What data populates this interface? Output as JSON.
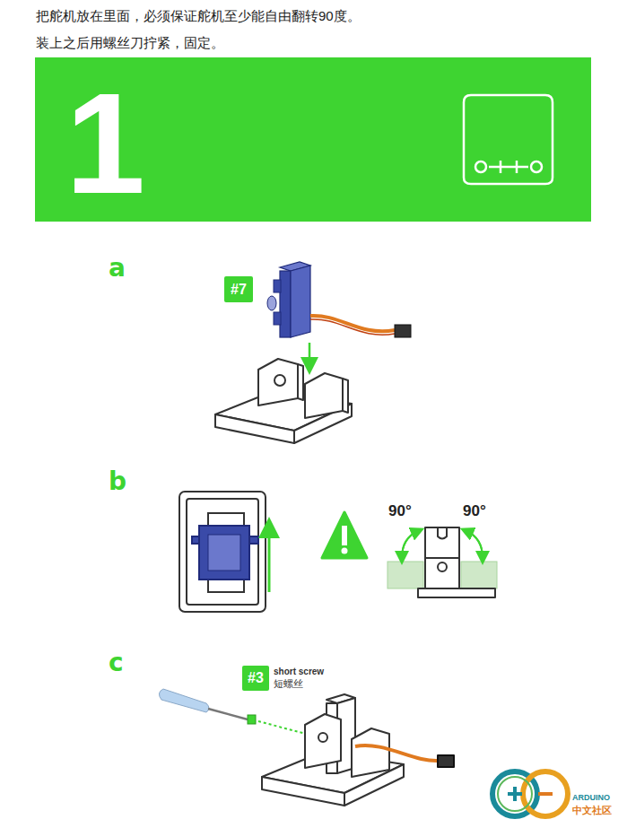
{
  "diagram": {
    "nodes": [
      {
        "text": [
          "1"
        ]
      },
      {
        "text": [
          "#7"
        ]
      },
      {
        "text": [
          "#3"
        ]
      }
    ],
    "labels": [
      "把舵机放在里面，必须保证舵机至少能自由翻转90度。",
      "装上之后用螺丝刀拧紧，固定。",
      "a",
      "b",
      "90°",
      "90°",
      "c",
      "short screw",
      "短螺丝",
      "ARDUINO",
      "中文社区"
    ]
  }
}
